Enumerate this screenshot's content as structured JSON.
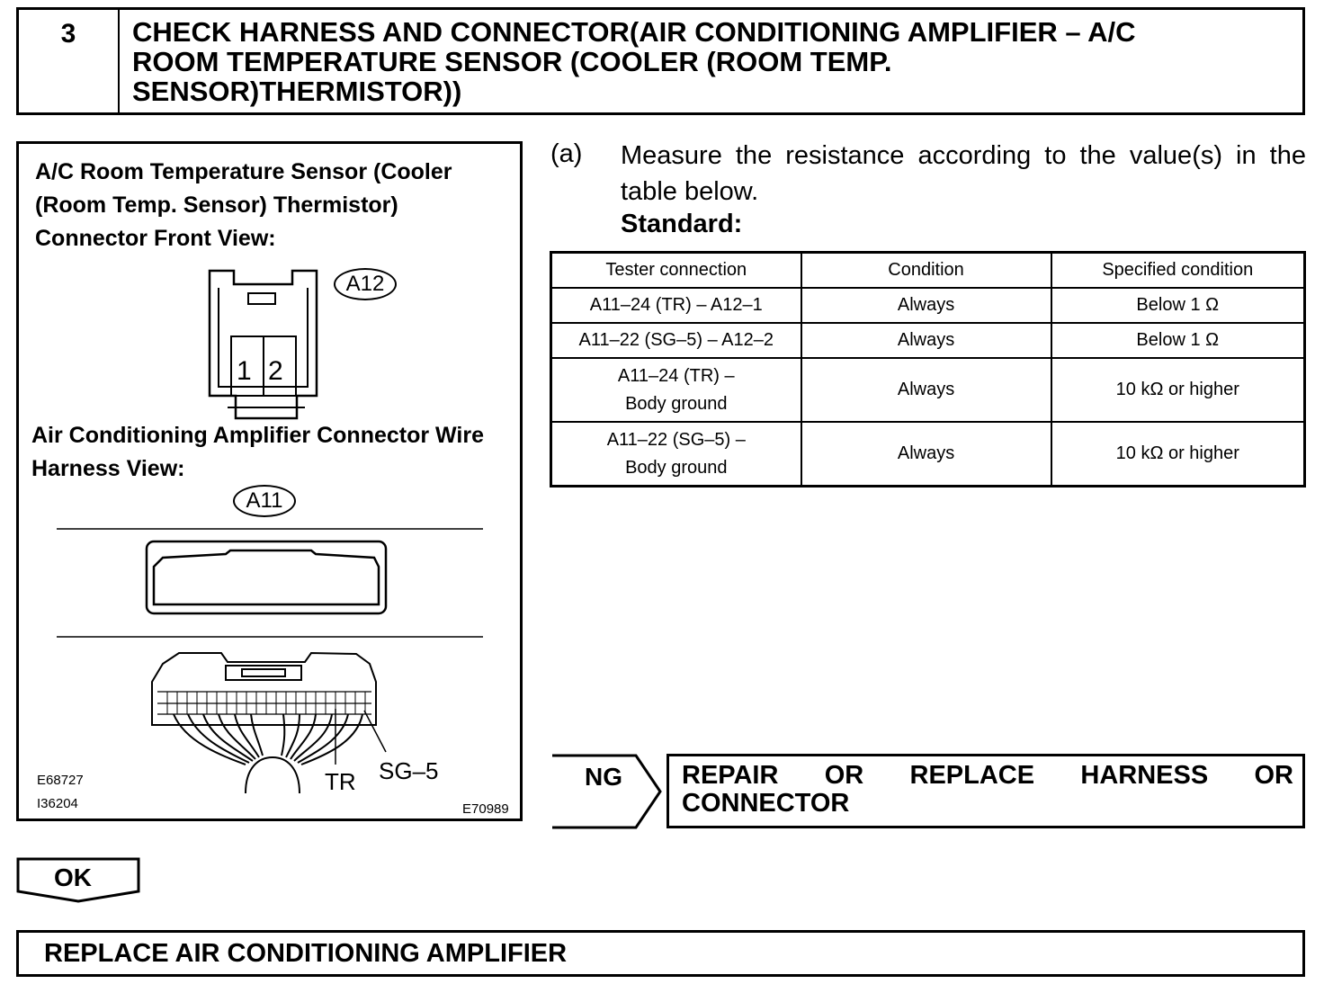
{
  "step": {
    "number": "3",
    "title": "CHECK HARNESS AND CONNECTOR(AIR CONDITIONING AMPLIFIER – A/C ROOM TEMPERATURE SENSOR (COOLER (ROOM TEMP. SENSOR)THERMISTOR))"
  },
  "figure": {
    "title_sensor": "A/C Room Temperature Sensor (Cooler (Room Temp. Sensor) Thermistor) Connector Front View:",
    "connector_a12": "A12",
    "pin_1": "1",
    "pin_2": "2",
    "title_amplifier": "Air Conditioning Amplifier Connector Wire Harness View:",
    "connector_a11": "A11",
    "terminal_tr": "TR",
    "terminal_sg5": "SG–5",
    "code_1": "E68727",
    "code_2": "I36204",
    "code_3": "E70989"
  },
  "instruction": {
    "marker": "(a)",
    "text": "Measure the resistance according to the value(s) in the table below.",
    "standard_label": "Standard:"
  },
  "table": {
    "headers": [
      "Tester connection",
      "Condition",
      "Specified condition"
    ],
    "rows": [
      {
        "connection_line1": "A11–24 (TR) – A12–1",
        "connection_line2": "",
        "condition": "Always",
        "specified": "Below 1 Ω"
      },
      {
        "connection_line1": "A11–22 (SG–5) – A12–2",
        "connection_line2": "",
        "condition": "Always",
        "specified": "Below 1 Ω"
      },
      {
        "connection_line1": "A11–24 (TR) –",
        "connection_line2": "Body ground",
        "condition": "Always",
        "specified": "10 kΩ or higher"
      },
      {
        "connection_line1": "A11–22 (SG–5) –",
        "connection_line2": "Body ground",
        "condition": "Always",
        "specified": "10 kΩ or higher"
      }
    ]
  },
  "ng_branch": {
    "label": "NG",
    "action": "REPAIR OR REPLACE HARNESS OR CONNECTOR"
  },
  "ok_branch": {
    "label": "OK"
  },
  "final_action": {
    "text": "REPLACE AIR CONDITIONING AMPLIFIER"
  }
}
